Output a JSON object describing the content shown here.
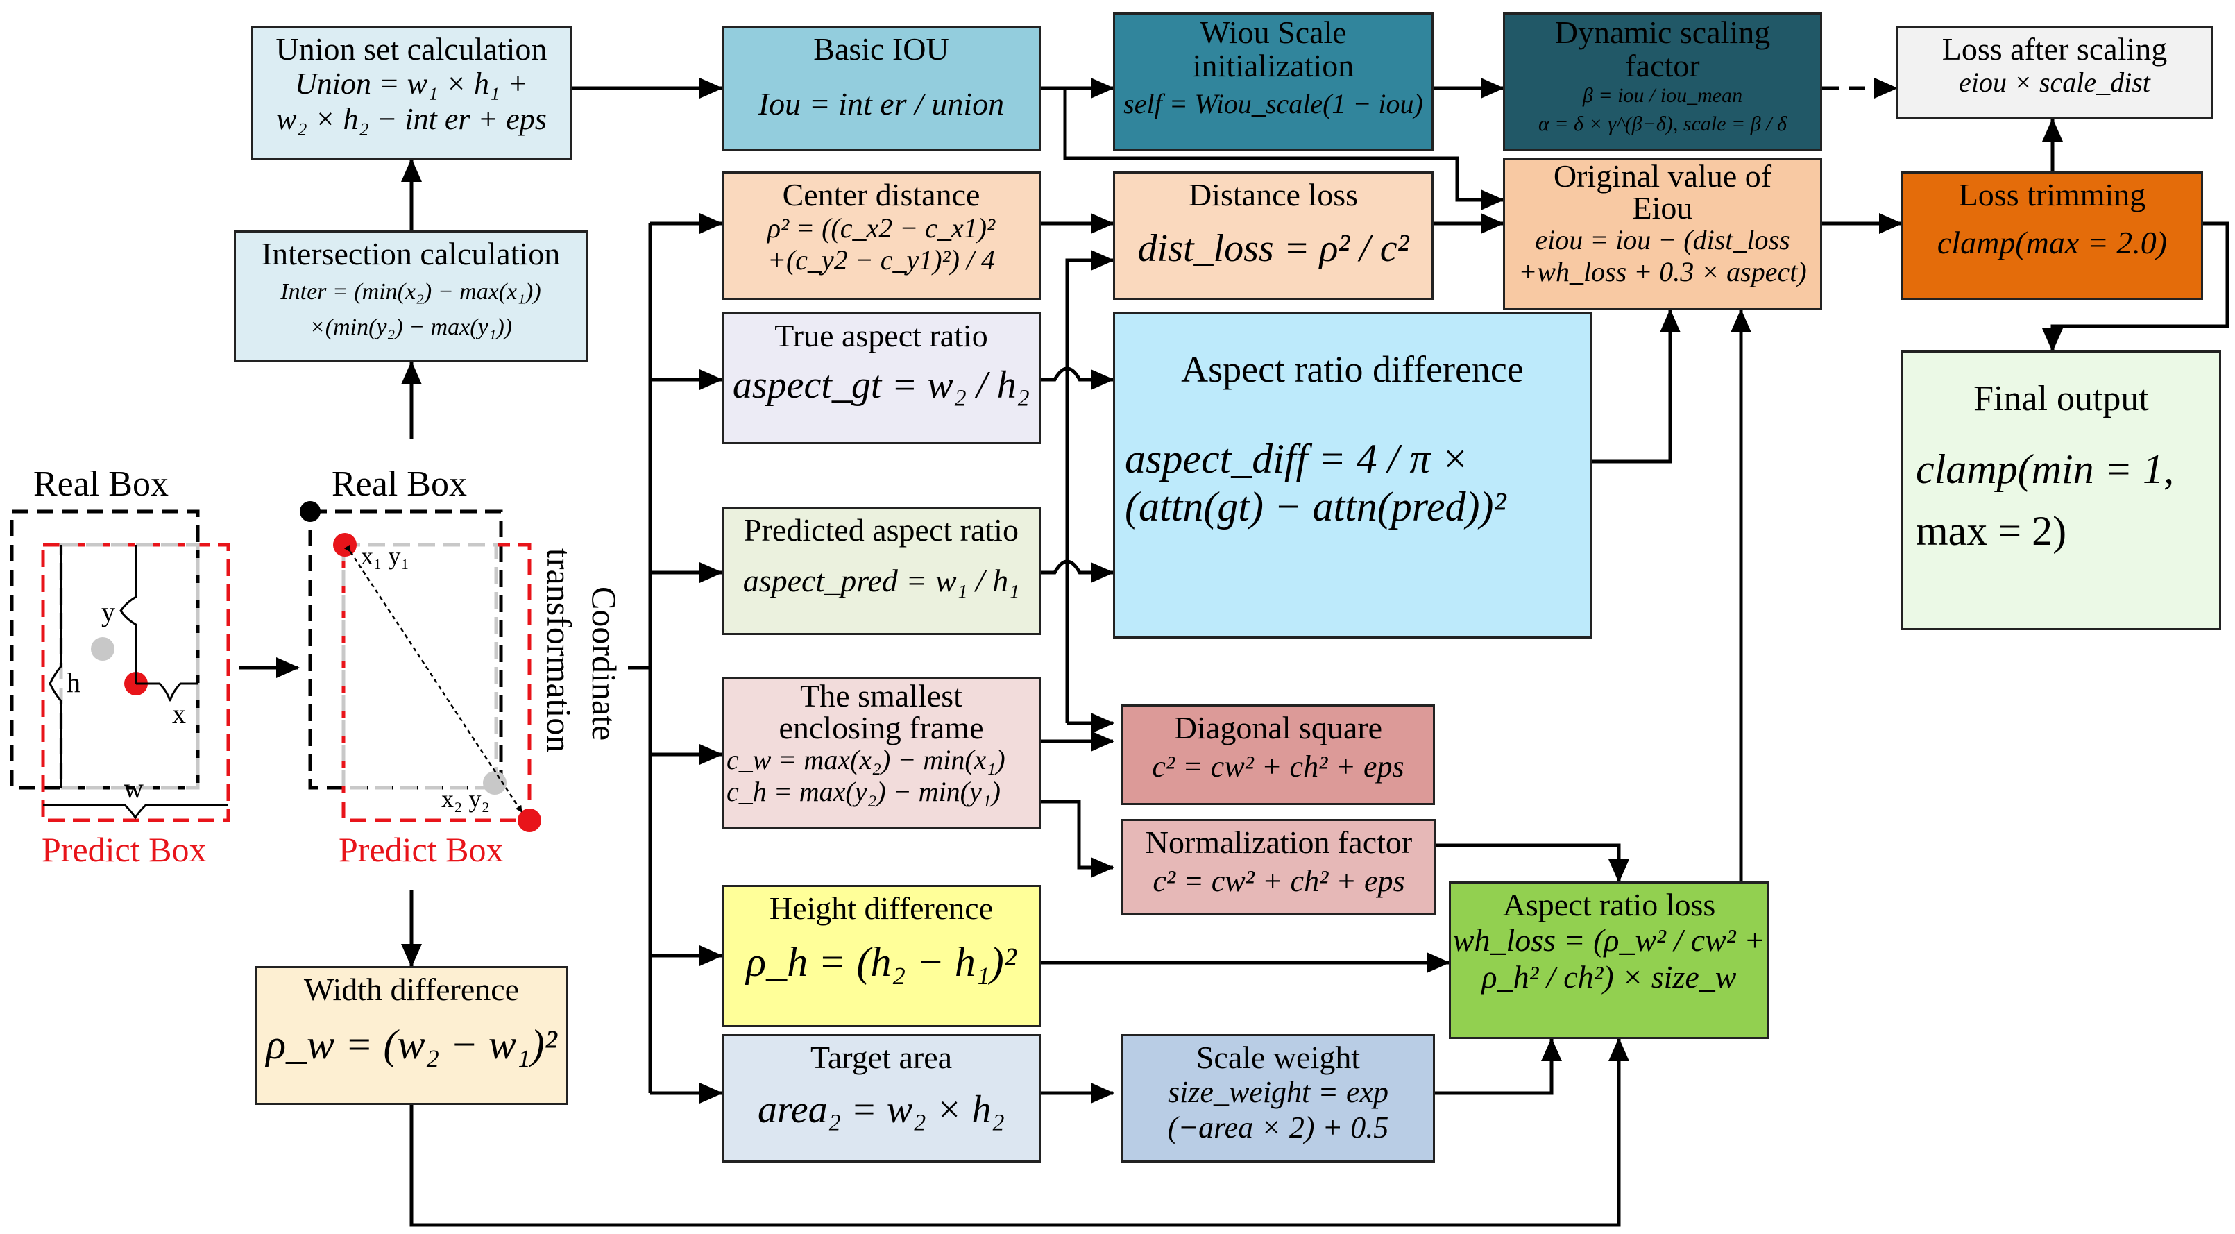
{
  "colors": {
    "union": "#dcedf3",
    "basic_iou": "#93cddd",
    "wiou_scale": "#31859c",
    "dynamic": "#215867",
    "loss_after": "#f2f2f2",
    "peach": "#fad9be",
    "original": "#f8c9a3",
    "trimming": "#e46c0a",
    "aspect_diff": "#bdeafb",
    "true_aspect": "#ecebf5",
    "pred_aspect": "#ebf1de",
    "pink": "#f2dcdb",
    "dark_pink": "#dc9a98",
    "light_pink": "#e6b8b7",
    "final": "#ebf9e6",
    "yellow": "#ffff99",
    "width": "#fdefd2",
    "blue_light": "#dce6f1",
    "scale_weight": "#b9cde5",
    "green": "#92d050",
    "predict_red": "#e8141a"
  },
  "union": {
    "title": "Union set calculation",
    "f1": "Union = w₁ × h₁ +",
    "f2": "w₂ × h₂ − int er + eps"
  },
  "intersection": {
    "title": "Intersection calculation",
    "f1": "Inter = (min(x₂) − max(x₁))",
    "f2": "×(min(y₂) − max(y₁))"
  },
  "basic_iou": {
    "title": "Basic IOU",
    "f1": "Iou = int er / union"
  },
  "wiou_scale": {
    "title1": "Wiou Scale",
    "title2": "initialization",
    "f1": "self = Wiou_scale(1 − iou)"
  },
  "dynamic": {
    "title1": "Dynamic scaling",
    "title2": "factor",
    "f1": "β = iou / iou_mean",
    "f2": "α = δ × γ^(β−δ), scale = β / δ"
  },
  "loss_after": {
    "title": "Loss after scaling",
    "f1": "eiou × scale_dist"
  },
  "center": {
    "title": "Center distance",
    "f1": "ρ² = ((c_x2 − c_x1)²",
    "f2": "+(c_y2 − c_y1)²) / 4"
  },
  "distance_loss": {
    "title": "Distance loss",
    "f1": "dist_loss = ρ² / c²"
  },
  "original": {
    "title1": "Original value of",
    "title2": "Eiou",
    "f1": "eiou = iou − (dist_loss",
    "f2": "+wh_loss + 0.3 × aspect)"
  },
  "trimming": {
    "title": "Loss trimming",
    "f1": "clamp(max = 2.0)"
  },
  "true_aspect": {
    "title": "True aspect ratio",
    "f1": "aspect_gt = w₂ / h₂"
  },
  "aspect_diff": {
    "title": "Aspect ratio difference",
    "f1": "aspect_diff = 4 / π ×",
    "f2": "(attn(gt) − attn(pred))²"
  },
  "final": {
    "title": "Final output",
    "f1": "clamp(min = 1,",
    "f2": "max = 2)"
  },
  "pred_aspect": {
    "title": "Predicted aspect ratio",
    "f1": "aspect_pred = w₁ / h₁"
  },
  "enclosing": {
    "title1": "The smallest",
    "title2": "enclosing frame",
    "f1": "c_w = max(x₂) − min(x₁)",
    "f2": "c_h = max(y₂) − min(y₁)"
  },
  "diagonal": {
    "title": "Diagonal square",
    "f1": "c² = cw² + ch² + eps"
  },
  "normalization": {
    "title": "Normalization factor",
    "f1": "c² = cw² + ch² + eps"
  },
  "height": {
    "title": "Height difference",
    "f1": "ρ_h = (h₂ − h₁)²"
  },
  "aspect_loss": {
    "title": "Aspect ratio loss",
    "f1": "wh_loss = (ρ_w² / cw² +",
    "f2": "ρ_h² / ch²) × size_w"
  },
  "width": {
    "title": "Width difference",
    "f1": "ρ_w = (w₂ − w₁)²"
  },
  "target": {
    "title": "Target area",
    "f1": "area₂ = w₂ × h₂"
  },
  "scale_weight": {
    "title": "Scale weight",
    "f1": "size_weight = exp",
    "f2": "(−area × 2) + 0.5"
  },
  "left_diagram": {
    "real_box_1": "Real Box",
    "real_box_2": "Real Box",
    "predict_box_1": "Predict Box",
    "predict_box_2": "Predict Box",
    "y": "y",
    "h": "h",
    "x": "x",
    "w": "w",
    "x1y1": "x₁ y₁",
    "x2y2": "x₂ y₂",
    "coordinate": "Coordinate",
    "transformation": "transformation"
  }
}
